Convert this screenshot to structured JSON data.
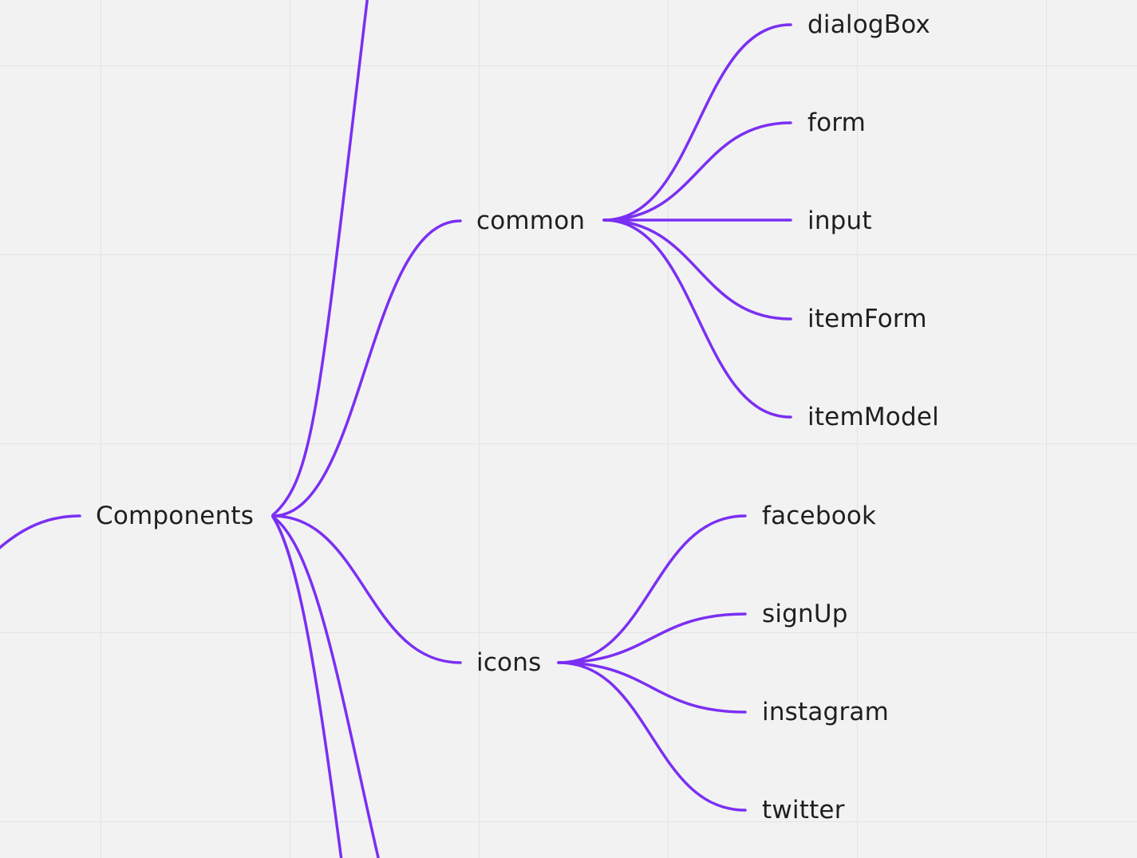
{
  "colors": {
    "background": "#f2f2f2",
    "grid": "#e3e3e3",
    "connector": "#7b2ff2",
    "text": "#1f1f1f"
  },
  "root": {
    "label": "Components",
    "children": [
      {
        "label": "common",
        "children": [
          "dialogBox",
          "form",
          "input",
          "itemForm",
          "itemModel"
        ]
      },
      {
        "label": "icons",
        "children": [
          "facebook",
          "signUp",
          "instagram",
          "twitter"
        ]
      }
    ]
  }
}
